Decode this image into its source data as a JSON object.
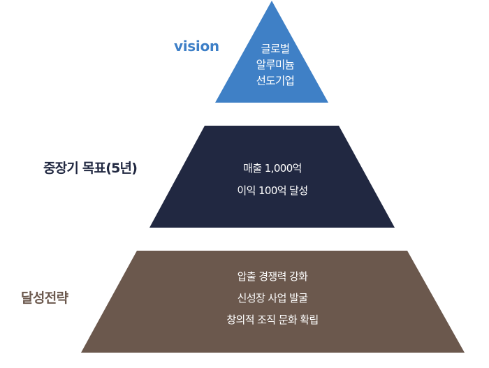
{
  "colors": {
    "top_fill": "#3f80c6",
    "middle_fill": "#212841",
    "bottom_fill": "#6b584d",
    "vision_label": "#3d7fc7",
    "middle_label": "#212841",
    "bottom_label": "#6b584d",
    "tier_text": "#ffffff"
  },
  "tiers": {
    "top": {
      "side_label": "vision",
      "lines": [
        "글로벌",
        "알루미늄",
        "선도기업"
      ]
    },
    "middle": {
      "side_label": "중장기 목표(5년)",
      "lines": [
        "매출 1,000억",
        "이익 100억 달성"
      ]
    },
    "bottom": {
      "side_label": "달성전략",
      "lines": [
        "압출 경쟁력 강화",
        "신성장 사업 발굴",
        "창의적 조직 문화 확립"
      ]
    }
  }
}
